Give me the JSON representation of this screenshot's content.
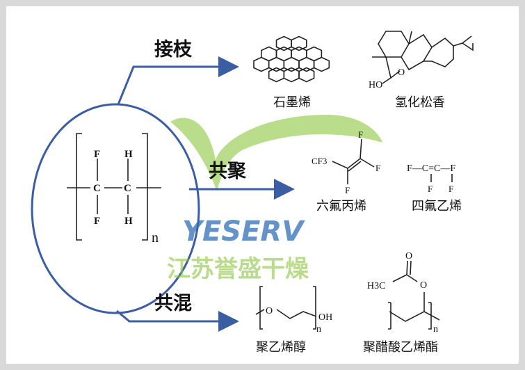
{
  "colors": {
    "ellipse": "#3b5ea3",
    "arrow": "#3b5ea3",
    "watermark_green": "#8cc63f",
    "watermark_blue": "#2f6fb6"
  },
  "center": {
    "atoms": {
      "f_top": "F",
      "h_top": "H",
      "c1": "C",
      "c2": "C",
      "f_bot": "F",
      "h_bot": "H"
    },
    "subscript": "n"
  },
  "branches": {
    "graft": {
      "label": "接枝",
      "items": [
        "石墨烯",
        "氢化松香"
      ]
    },
    "copolymer": {
      "label": "共聚",
      "items": [
        "六氟丙烯",
        "四氟乙烯"
      ]
    },
    "blend": {
      "label": "共混",
      "items": [
        "聚乙烯醇",
        "聚醋酸乙烯酯"
      ]
    }
  },
  "structures": {
    "rosin_oh": "HO",
    "rosin_o": "O",
    "hfp": {
      "cf3": "CF3",
      "f": "F"
    },
    "tfe": "F—C=C—F",
    "peg": {
      "o": "O",
      "oh": "OH",
      "n": "n"
    },
    "pvac": {
      "h3c": "H3C",
      "o": "O",
      "n": "n"
    }
  },
  "watermark": {
    "brand": "YESERV",
    "company": "江苏誉盛干燥"
  }
}
